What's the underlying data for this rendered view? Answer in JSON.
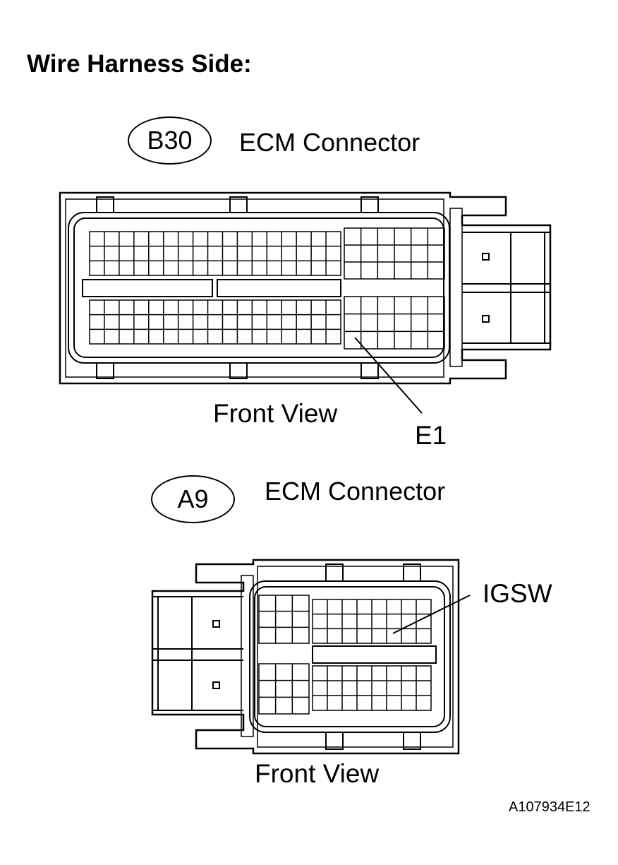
{
  "heading": "Wire Harness Side:",
  "connectors": [
    {
      "code": "B30",
      "name": "ECM Connector",
      "view_label": "Front View",
      "callout": "E1"
    },
    {
      "code": "A9",
      "name": "ECM Connector",
      "view_label": "Front View",
      "callout": "IGSW"
    }
  ],
  "figure_id": "A107934E12"
}
